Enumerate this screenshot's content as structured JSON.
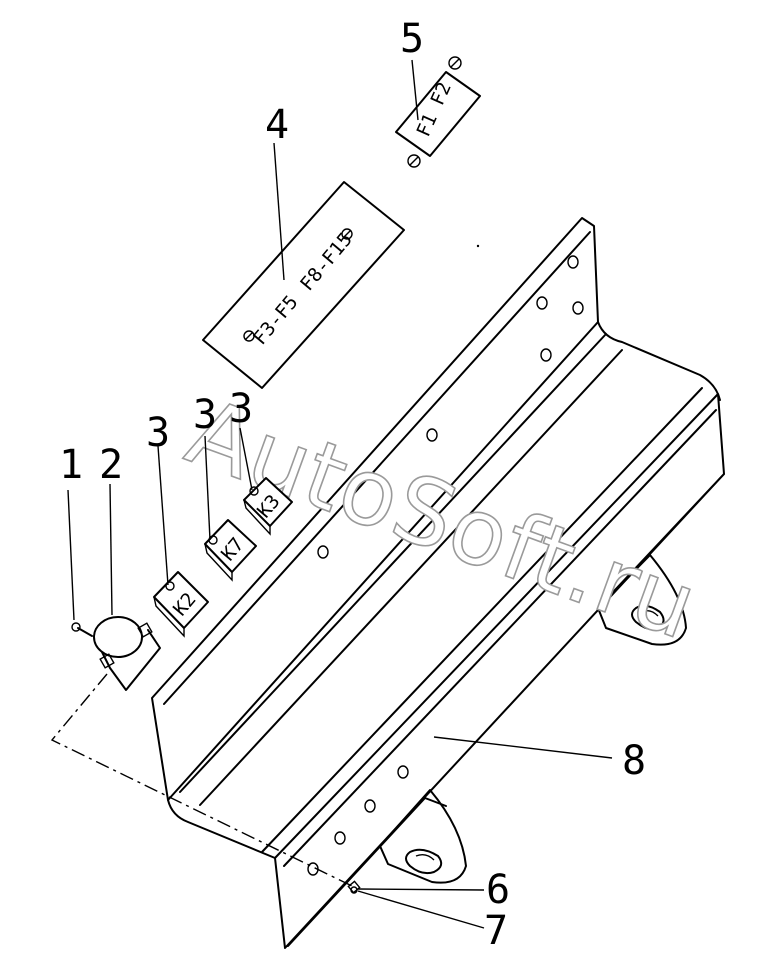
{
  "watermark": "AutoSoft.ru",
  "callouts": {
    "c1": "1",
    "c2": "2",
    "c3a": "3",
    "c3b": "3",
    "c3c": "3",
    "c4": "4",
    "c5": "5",
    "c6": "6",
    "c7": "7",
    "c8": "8"
  },
  "labels": {
    "fuse_small": "F1 F2",
    "fuse_group_a": "F3-F5",
    "fuse_group_b": "F8-F15",
    "relay_k2": "K2",
    "relay_k7": "K7",
    "relay_k3": "K3"
  }
}
